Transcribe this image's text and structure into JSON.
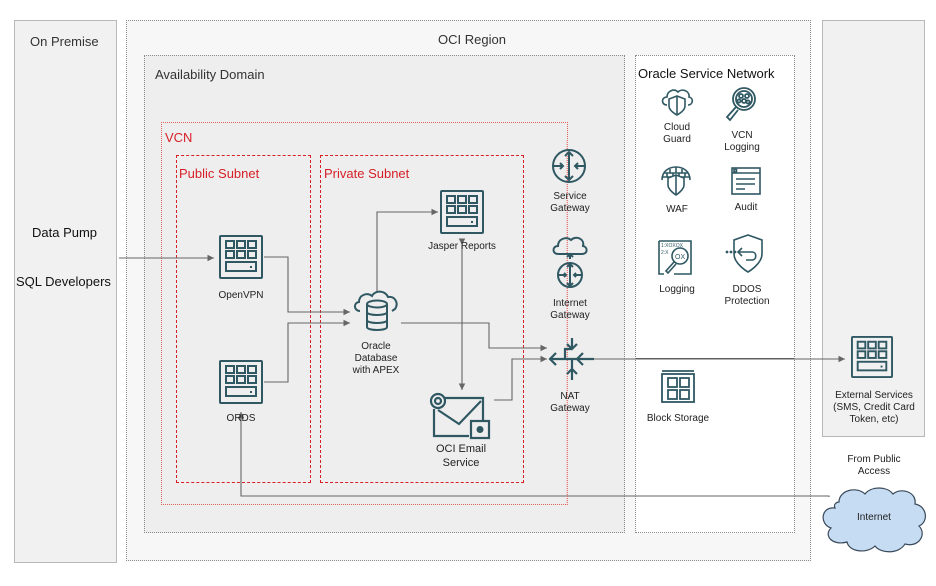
{
  "on_premise": {
    "title": "On Premise",
    "items": [
      "Data Pump",
      "SQL Developers"
    ]
  },
  "oci_region": {
    "title": "OCI Region",
    "availability_domain": {
      "title": "Availability Domain",
      "vcn": {
        "title": "VCN",
        "public_subnet": {
          "title": "Public Subnet",
          "components": [
            {
              "label": "OpenVPN",
              "icon": "compute-instance-icon"
            },
            {
              "label": "ORDS",
              "icon": "compute-instance-icon"
            }
          ]
        },
        "private_subnet": {
          "title": "Private Subnet",
          "components": [
            {
              "label": "Jasper Reports",
              "icon": "compute-instance-icon"
            },
            {
              "label_lines": [
                "Oracle",
                "Database",
                "with APEX"
              ],
              "icon": "autonomous-database-icon"
            },
            {
              "label_lines": [
                "OCI Email",
                "Service"
              ],
              "icon": "email-service-icon"
            }
          ]
        },
        "gateways": [
          {
            "label_lines": [
              "Service",
              "Gateway"
            ],
            "icon": "service-gateway-icon"
          },
          {
            "label_lines": [
              "Internet",
              "Gateway"
            ],
            "icon": "internet-gateway-icon"
          },
          {
            "label_lines": [
              "NAT",
              "Gateway"
            ],
            "icon": "nat-gateway-icon"
          }
        ]
      }
    },
    "oracle_service_network": {
      "title": "Oracle Service Network",
      "services": [
        {
          "label_lines": [
            "Cloud",
            "Guard"
          ],
          "icon": "cloud-guard-icon"
        },
        {
          "label_lines": [
            "VCN",
            "Logging"
          ],
          "icon": "vcn-logging-icon"
        },
        {
          "label_lines": [
            "WAF"
          ],
          "icon": "waf-icon"
        },
        {
          "label_lines": [
            "Audit"
          ],
          "icon": "audit-icon"
        },
        {
          "label_lines": [
            "Logging"
          ],
          "icon": "logging-icon"
        },
        {
          "label_lines": [
            "DDOS",
            "Protection"
          ],
          "icon": "ddos-protection-icon"
        },
        {
          "label_lines": [
            "Block Storage"
          ],
          "icon": "block-storage-icon"
        }
      ]
    }
  },
  "external": {
    "label_lines": [
      "External Services",
      "(SMS, Credit Card",
      "Token, etc)"
    ],
    "icon": "compute-instance-icon"
  },
  "public_access": {
    "label_lines": [
      "From Public",
      "Access"
    ],
    "internet_label": "Internet"
  },
  "colors": {
    "icon_stroke": "#2f5863",
    "vcn_red": "#d61f26",
    "panel_gray": "#f1f1f1",
    "internet_fill": "#c6dcf3",
    "internet_stroke": "#3a6ea5",
    "wire": "#666666"
  }
}
